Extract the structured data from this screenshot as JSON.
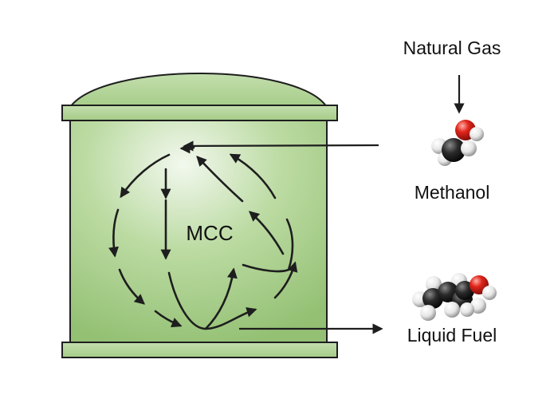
{
  "labels": {
    "natural_gas": "Natural Gas",
    "methanol": "Methanol",
    "liquid_fuel": "Liquid Fuel",
    "mcc": "MCC"
  },
  "colors": {
    "tank_green": "#b3d49a",
    "tank_highlight": "#f2f8ee",
    "tank_shade": "#93c073",
    "outline": "#1e1e1e",
    "oxygen": "#e0251b",
    "carbon": "#2b2b2b",
    "hydrogen": "#e8e8e8"
  }
}
